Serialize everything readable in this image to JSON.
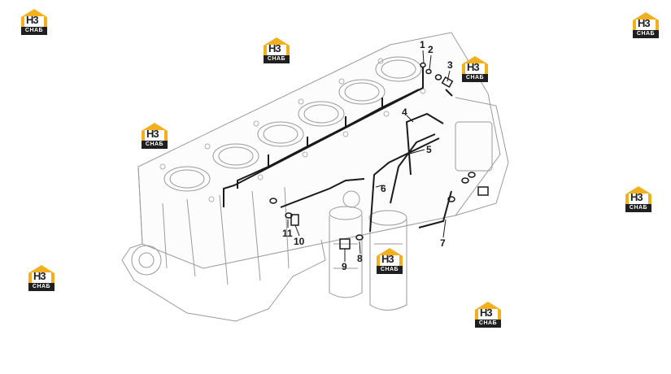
{
  "brand": {
    "logo_text": "H3",
    "logo_sub": "СНАБ",
    "accent_color": "#f2b01e",
    "dark_color": "#1f1f1f"
  },
  "diagram": {
    "subject": "engine-block-fuel-injection-lines",
    "callouts": [
      {
        "id": "1",
        "label": "1"
      },
      {
        "id": "2",
        "label": "2"
      },
      {
        "id": "3",
        "label": "3"
      },
      {
        "id": "4",
        "label": "4"
      },
      {
        "id": "5",
        "label": "5"
      },
      {
        "id": "6",
        "label": "6"
      },
      {
        "id": "7",
        "label": "7"
      },
      {
        "id": "8",
        "label": "8"
      },
      {
        "id": "9",
        "label": "9"
      },
      {
        "id": "10",
        "label": "10"
      },
      {
        "id": "11",
        "label": "11"
      }
    ]
  }
}
